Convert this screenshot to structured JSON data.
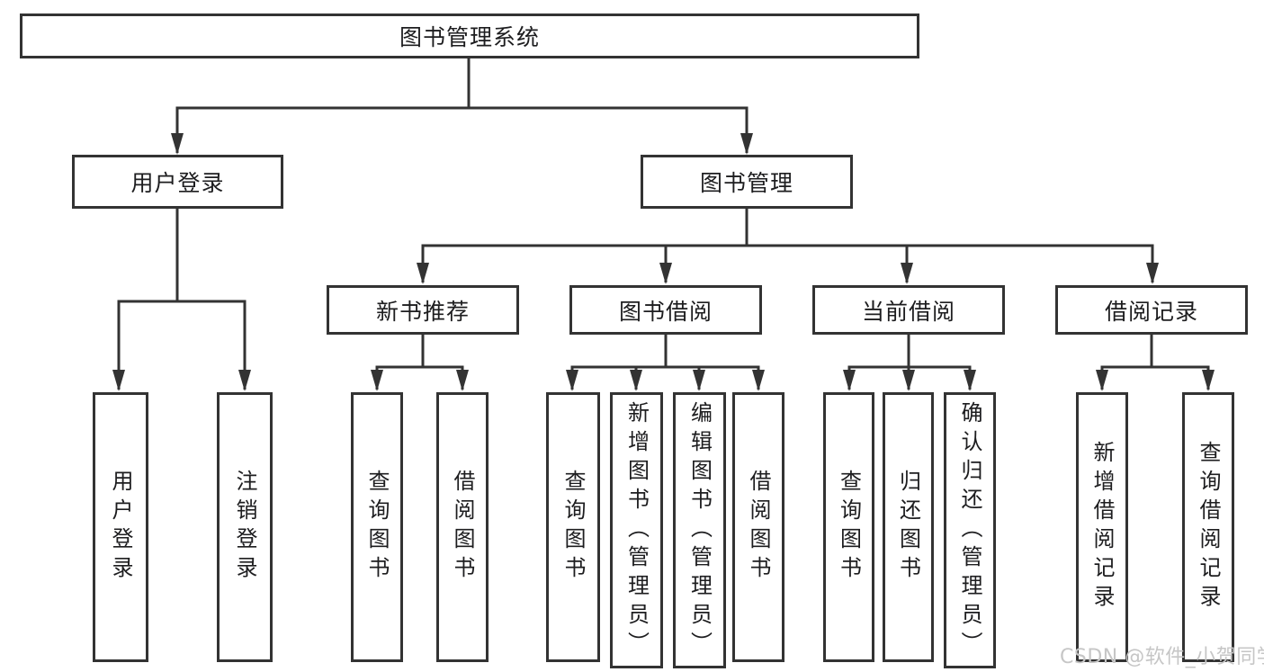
{
  "tree": {
    "root": {
      "label": "图书管理系统",
      "children": [
        {
          "label": "用户登录",
          "children": [
            {
              "label": "用户登录"
            },
            {
              "label": "注销登录"
            }
          ]
        },
        {
          "label": "图书管理",
          "children": [
            {
              "label": "新书推荐",
              "children": [
                {
                  "label": "查询图书"
                },
                {
                  "label": "借阅图书"
                }
              ]
            },
            {
              "label": "图书借阅",
              "children": [
                {
                  "label": "查询图书"
                },
                {
                  "label": "新增图书（管理员）"
                },
                {
                  "label": "编辑图书（管理员）"
                },
                {
                  "label": "借阅图书"
                }
              ]
            },
            {
              "label": "当前借阅",
              "children": [
                {
                  "label": "查询图书"
                },
                {
                  "label": "归还图书"
                },
                {
                  "label": "确认归还（管理员）"
                }
              ]
            },
            {
              "label": "借阅记录",
              "children": [
                {
                  "label": "新增借阅记录"
                },
                {
                  "label": "查询借阅记录"
                }
              ]
            }
          ]
        }
      ]
    }
  },
  "watermark": {
    "text": "CSDN @软件_小贺同学"
  },
  "colors": {
    "line": "#333333",
    "box_border": "#333333",
    "box_fill": "#ffffff",
    "text": "#1d1d1f",
    "watermark": "#c6c6c6"
  }
}
